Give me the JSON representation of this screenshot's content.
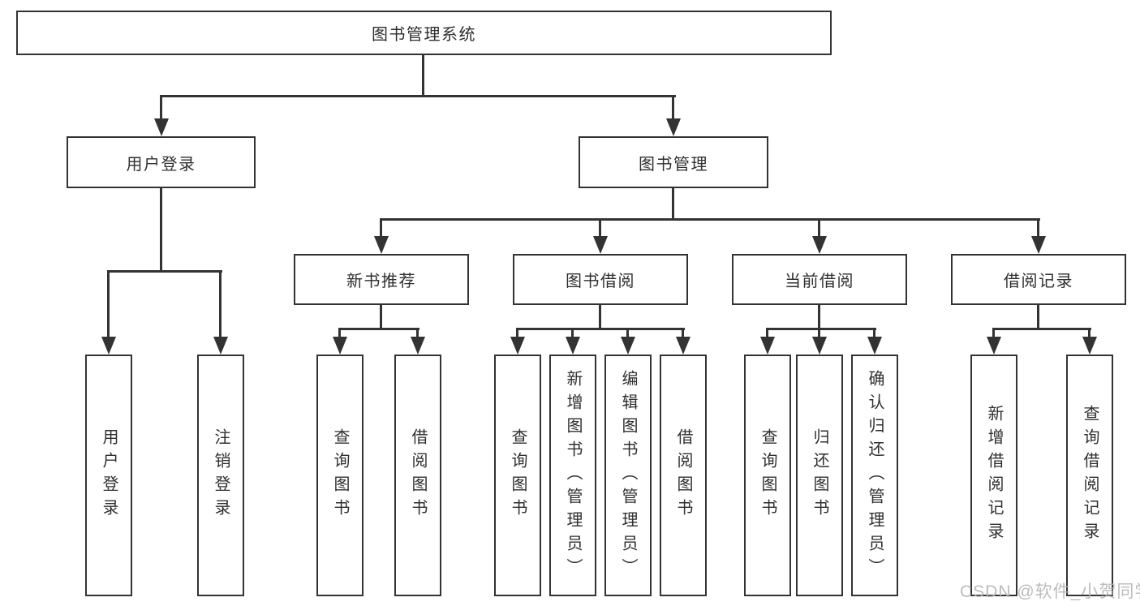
{
  "tree": {
    "root": {
      "label": "图书管理系统"
    },
    "branches": [
      {
        "label": "用户登录",
        "children": [
          {
            "label": "用户登录"
          },
          {
            "label": "注销登录"
          }
        ]
      },
      {
        "label": "图书管理",
        "children": [
          {
            "label": "新书推荐",
            "children": [
              {
                "label": "查询图书"
              },
              {
                "label": "借阅图书"
              }
            ]
          },
          {
            "label": "图书借阅",
            "children": [
              {
                "label": "查询图书"
              },
              {
                "label": "新增图书（管理员）"
              },
              {
                "label": "编辑图书（管理员）"
              },
              {
                "label": "借阅图书"
              }
            ]
          },
          {
            "label": "当前借阅",
            "children": [
              {
                "label": "查询图书"
              },
              {
                "label": "归还图书"
              },
              {
                "label": "确认归还（管理员）"
              }
            ]
          },
          {
            "label": "借阅记录",
            "children": [
              {
                "label": "新增借阅记录"
              },
              {
                "label": "查询借阅记录"
              }
            ]
          }
        ]
      }
    ]
  },
  "watermark": {
    "text": "CSDN @软件_小贺同学",
    "color": "#b5b5b5"
  },
  "colors": {
    "line": "#333333",
    "text": "#2f2f2f",
    "box_background": "#ffffff",
    "page_background": "#ffffff"
  }
}
